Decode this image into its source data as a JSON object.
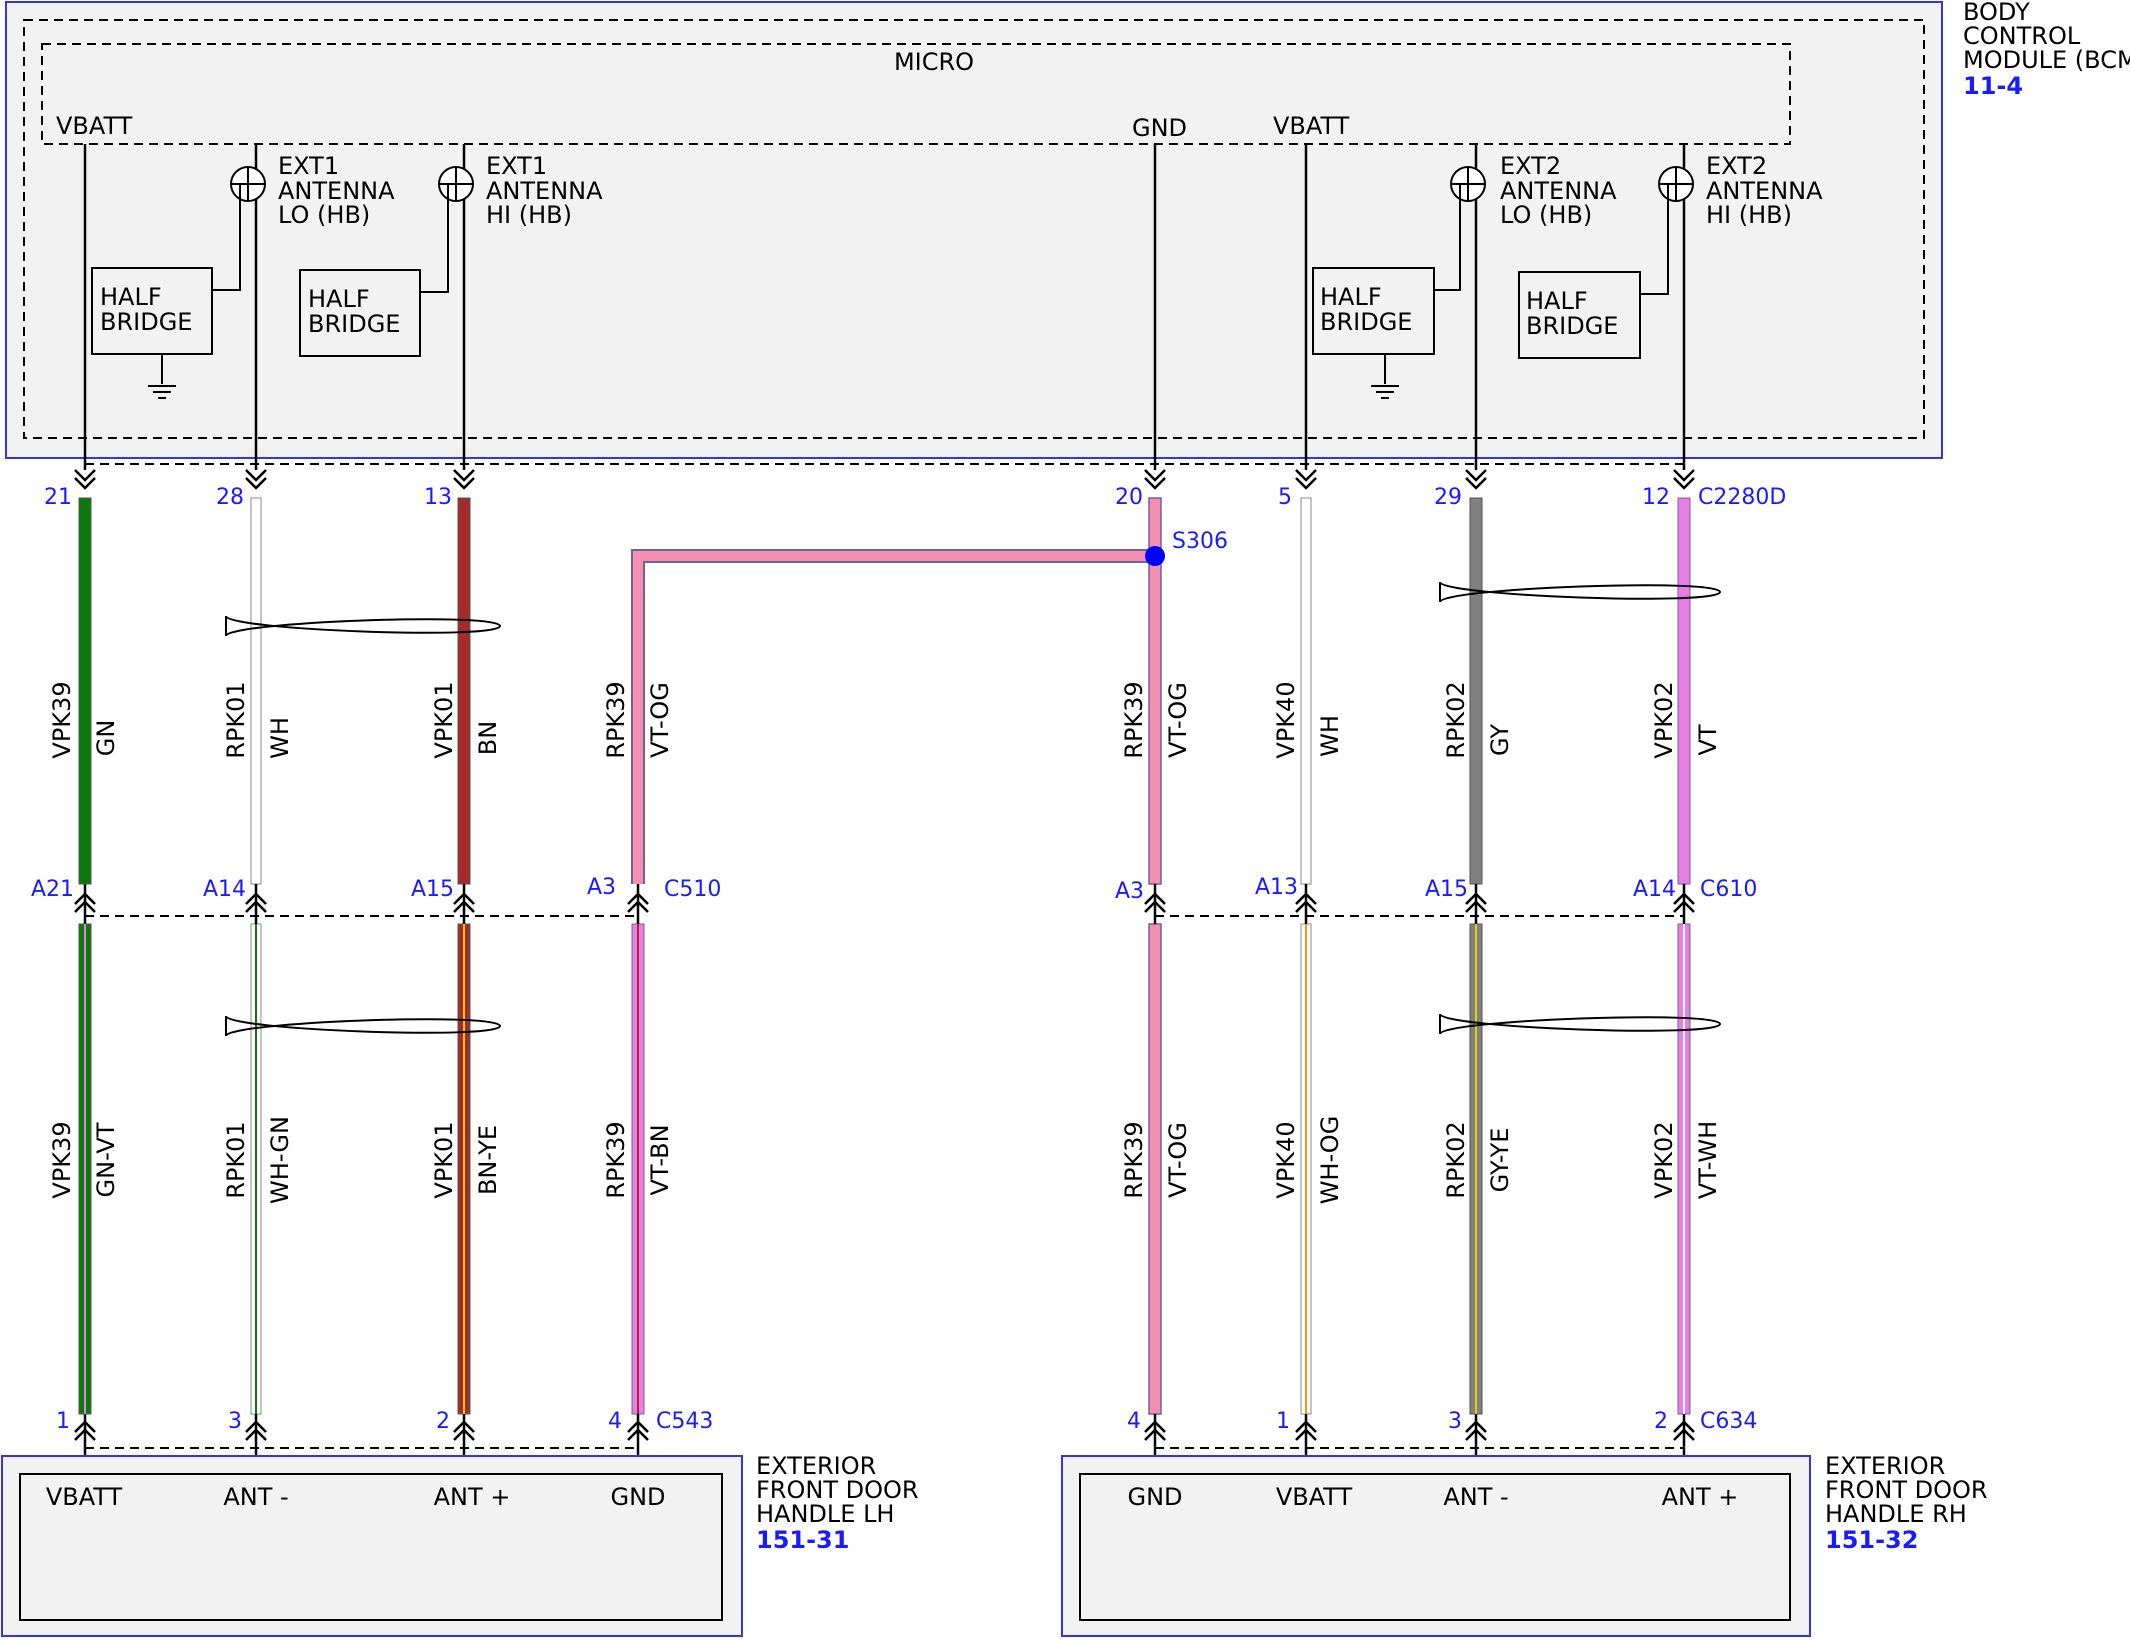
{
  "colors": {
    "module_border": "#3333ee",
    "module_fill": "#f2f2f2",
    "pin_label": "#1a1aff",
    "splice_dot": "#0000ff",
    "GN": "#0b7a0b",
    "WH": "#ffffff",
    "BN": "#a52a2a",
    "VT": "#e77fe4",
    "OG": "#ff9900",
    "GY": "#808080",
    "YE": "#e8d000",
    "VT-OG": "#f48fb1"
  },
  "bcm": {
    "name_lines": [
      "BODY",
      "CONTROL",
      "MODULE (BCM)"
    ],
    "ref": "11-4",
    "micro_label": "MICRO",
    "connector": "C2280D",
    "pins": [
      {
        "id": "p21",
        "num": "21",
        "signal": "VBATT"
      },
      {
        "id": "p28",
        "num": "28",
        "signal": ""
      },
      {
        "id": "p13",
        "num": "13",
        "signal": ""
      },
      {
        "id": "p20",
        "num": "20",
        "signal": "GND"
      },
      {
        "id": "p5",
        "num": "5",
        "signal": "VBATT"
      },
      {
        "id": "p29",
        "num": "29",
        "signal": ""
      },
      {
        "id": "p12",
        "num": "12",
        "signal": ""
      }
    ],
    "antennas": [
      {
        "lines": [
          "EXT1",
          "ANTENNA",
          "LO (HB)"
        ]
      },
      {
        "lines": [
          "EXT1",
          "ANTENNA",
          "HI (HB)"
        ]
      },
      {
        "lines": [
          "EXT2",
          "ANTENNA",
          "LO (HB)"
        ]
      },
      {
        "lines": [
          "EXT2",
          "ANTENNA",
          "HI (HB)"
        ]
      }
    ],
    "half_bridge_lines": [
      "HALF",
      "BRIDGE"
    ]
  },
  "splice": {
    "label": "S306"
  },
  "inline_connectors": {
    "left": {
      "name": "C510",
      "pins": [
        "A21",
        "A14",
        "A15",
        "A3"
      ]
    },
    "right": {
      "name": "C610",
      "pins": [
        "A3",
        "A13",
        "A15",
        "A14"
      ]
    }
  },
  "wires_upper": [
    {
      "circuit": "VPK39",
      "color": "GN"
    },
    {
      "circuit": "RPK01",
      "color": "WH"
    },
    {
      "circuit": "VPK01",
      "color": "BN"
    },
    {
      "circuit": "RPK39",
      "color": "VT-OG"
    },
    {
      "circuit": "RPK39",
      "color": "VT-OG"
    },
    {
      "circuit": "VPK40",
      "color": "WH"
    },
    {
      "circuit": "RPK02",
      "color": "GY"
    },
    {
      "circuit": "VPK02",
      "color": "VT"
    }
  ],
  "wires_lower": [
    {
      "circuit": "VPK39",
      "color": "GN-VT"
    },
    {
      "circuit": "RPK01",
      "color": "WH-GN"
    },
    {
      "circuit": "VPK01",
      "color": "BN-YE"
    },
    {
      "circuit": "RPK39",
      "color": "VT-BN"
    },
    {
      "circuit": "RPK39",
      "color": "VT-OG"
    },
    {
      "circuit": "VPK40",
      "color": "WH-OG"
    },
    {
      "circuit": "RPK02",
      "color": "GY-YE"
    },
    {
      "circuit": "VPK02",
      "color": "VT-WH"
    }
  ],
  "handle_lh": {
    "name_lines": [
      "EXTERIOR",
      "FRONT DOOR",
      "HANDLE LH"
    ],
    "ref": "151-31",
    "connector": "C543",
    "pins": [
      {
        "num": "1",
        "signal": "VBATT"
      },
      {
        "num": "3",
        "signal": "ANT -"
      },
      {
        "num": "2",
        "signal": "ANT +"
      },
      {
        "num": "4",
        "signal": "GND"
      }
    ]
  },
  "handle_rh": {
    "name_lines": [
      "EXTERIOR",
      "FRONT DOOR",
      "HANDLE RH"
    ],
    "ref": "151-32",
    "connector": "C634",
    "pins": [
      {
        "num": "4",
        "signal": "GND"
      },
      {
        "num": "1",
        "signal": "VBATT"
      },
      {
        "num": "3",
        "signal": "ANT -"
      },
      {
        "num": "2",
        "signal": "ANT +"
      }
    ]
  }
}
